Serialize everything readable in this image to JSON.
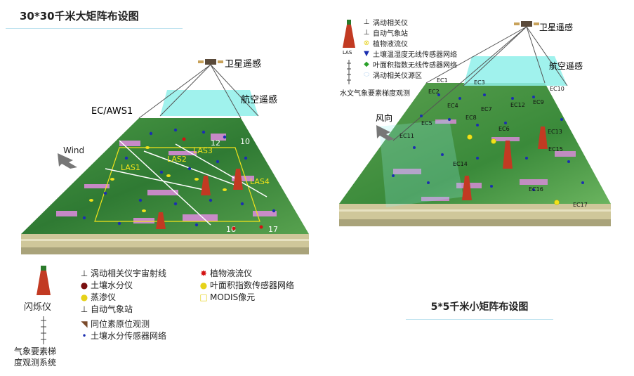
{
  "left": {
    "title": "30*30千米大矩阵布设图",
    "labels": {
      "satellite": "卫星遥感",
      "aerial": "航空遥感",
      "ec_aws": "EC/AWS1",
      "wind": "Wind",
      "las1": "LAS1",
      "las2": "LAS2",
      "las3": "LAS3",
      "las4": "LAS4",
      "n12": "12",
      "n10": "10",
      "n16": "16",
      "n17": "17"
    },
    "legend": {
      "scintillometer": "闪烁仪",
      "eddy_cosmic": "涡动相关仪宇宙射线",
      "soil_moisture_meter": "土壤水分仪",
      "lysimeter": "蒸渗仪",
      "aws": "自动气象站",
      "insitu": "同位素原位观测",
      "soil_network": "土壤水分传感器网络",
      "sap_flow": "植物液流仪",
      "lai_network": "叶面积指数传感器网络",
      "modis": "MODIS像元",
      "gradient": "气象要素梯\n度观测系统"
    }
  },
  "right": {
    "title": "5*5千米小矩阵布设图",
    "labels": {
      "satellite": "卫星遥感",
      "aerial": "航空遥感",
      "wind": "风向",
      "las": "LAS",
      "ec": [
        "EC1",
        "EC2",
        "EC3",
        "EC4",
        "EC5",
        "EC6",
        "EC7",
        "EC8",
        "EC9",
        "EC10",
        "EC11",
        "EC12",
        "EC13",
        "EC14",
        "EC15",
        "EC16",
        "EC17"
      ]
    },
    "legend": {
      "eddy": "涡动相关仪",
      "aws": "自动气象站",
      "sap_flow": "植物液流仪",
      "soil_temp_network": "土壤温湿度无线传感器网络",
      "lai_network": "叶面积指数无线传感器网络",
      "footprint": "涡动相关仪源区",
      "gradient": "水文气象要素梯度观测"
    }
  },
  "colors": {
    "field_green": "#3f8a3c",
    "aerial_cyan": "#8ff0ea",
    "soil_tan": "#d8d3a6",
    "red_tower": "#c23a22",
    "blue_marker": "#1b2fb0",
    "yellow_marker": "#f1e21a"
  }
}
